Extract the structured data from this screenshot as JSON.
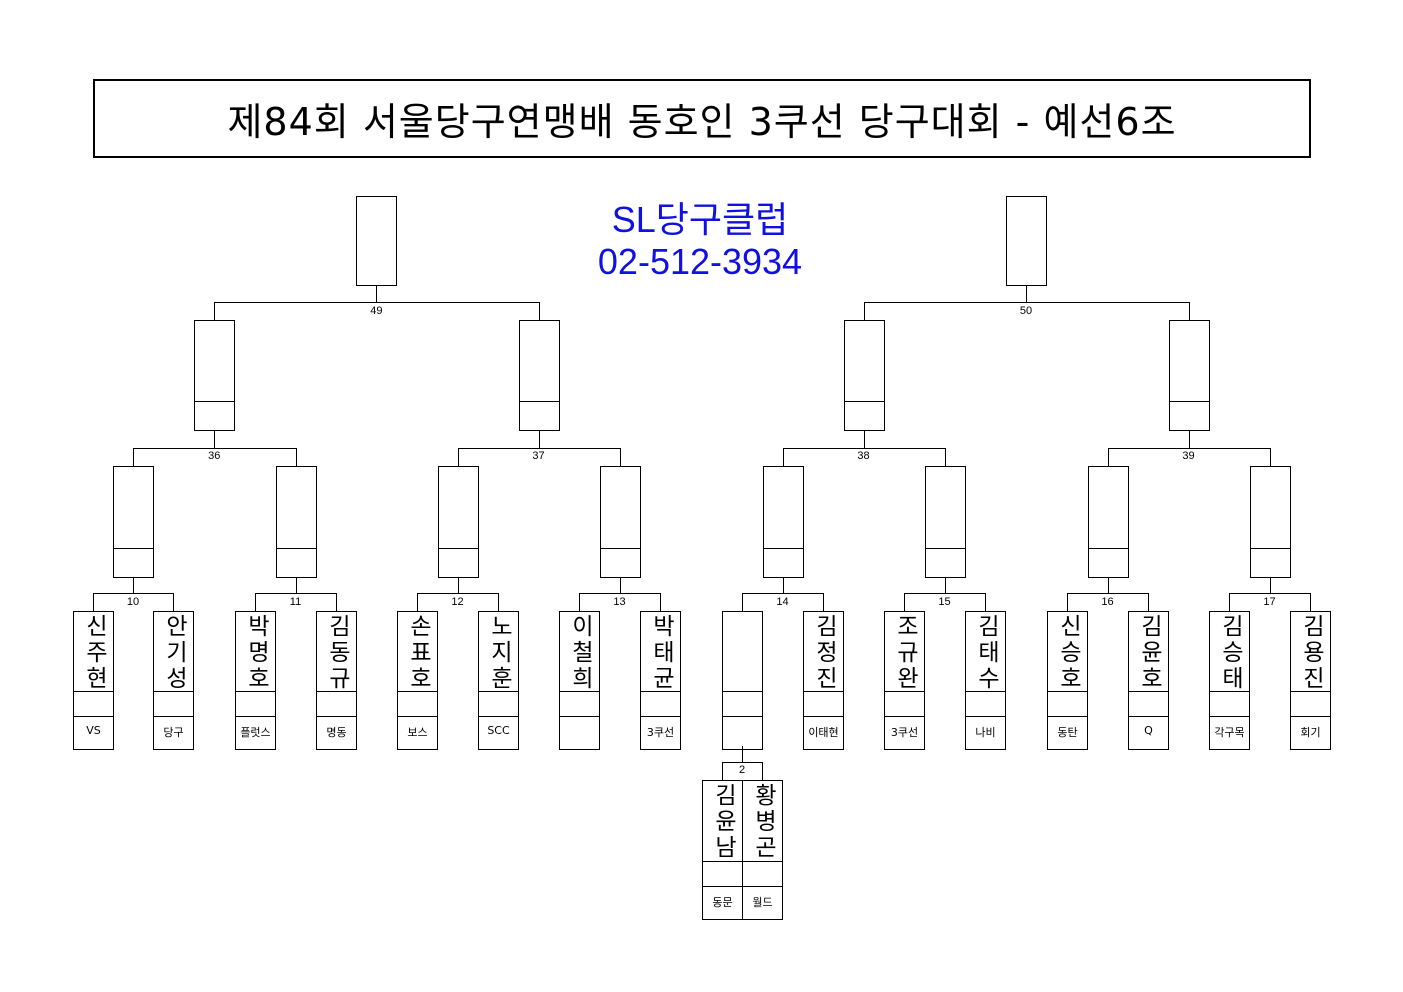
{
  "title": "제84회 서울당구연맹배 동호인 3쿠선 당구대회 - 예선6조",
  "sponsor": {
    "name": "SL당구클럽",
    "phone": "02-512-3934",
    "color": "#1010e0"
  },
  "players": [
    {
      "name": "신주현",
      "club": "VS"
    },
    {
      "name": "안기성",
      "club": "당구"
    },
    {
      "name": "박명호",
      "club": "플럿스"
    },
    {
      "name": "김동규",
      "club": "명동"
    },
    {
      "name": "손표호",
      "club": "보스"
    },
    {
      "name": "노지훈",
      "club": "SCC"
    },
    {
      "name": "이철희",
      "club": ""
    },
    {
      "name": "박태균",
      "club": "3쿠선"
    },
    {
      "name": "",
      "club": ""
    },
    {
      "name": "김정진",
      "club": "이태현"
    },
    {
      "name": "조규완",
      "club": "3쿠선"
    },
    {
      "name": "김태수",
      "club": "나비"
    },
    {
      "name": "신승호",
      "club": "동탄"
    },
    {
      "name": "김윤호",
      "club": "Q"
    },
    {
      "name": "김승태",
      "club": "각구목"
    },
    {
      "name": "김용진",
      "club": "회기"
    }
  ],
  "prelim": {
    "match": "2",
    "players": [
      {
        "name": "김윤남",
        "club": "동문"
      },
      {
        "name": "황병곤",
        "club": "월드"
      }
    ]
  },
  "rounds": {
    "r1": [
      "10",
      "11",
      "12",
      "13",
      "14",
      "15",
      "16",
      "17"
    ],
    "r2": [
      "36",
      "37",
      "38",
      "39"
    ],
    "r3": [
      "49",
      "50"
    ]
  }
}
